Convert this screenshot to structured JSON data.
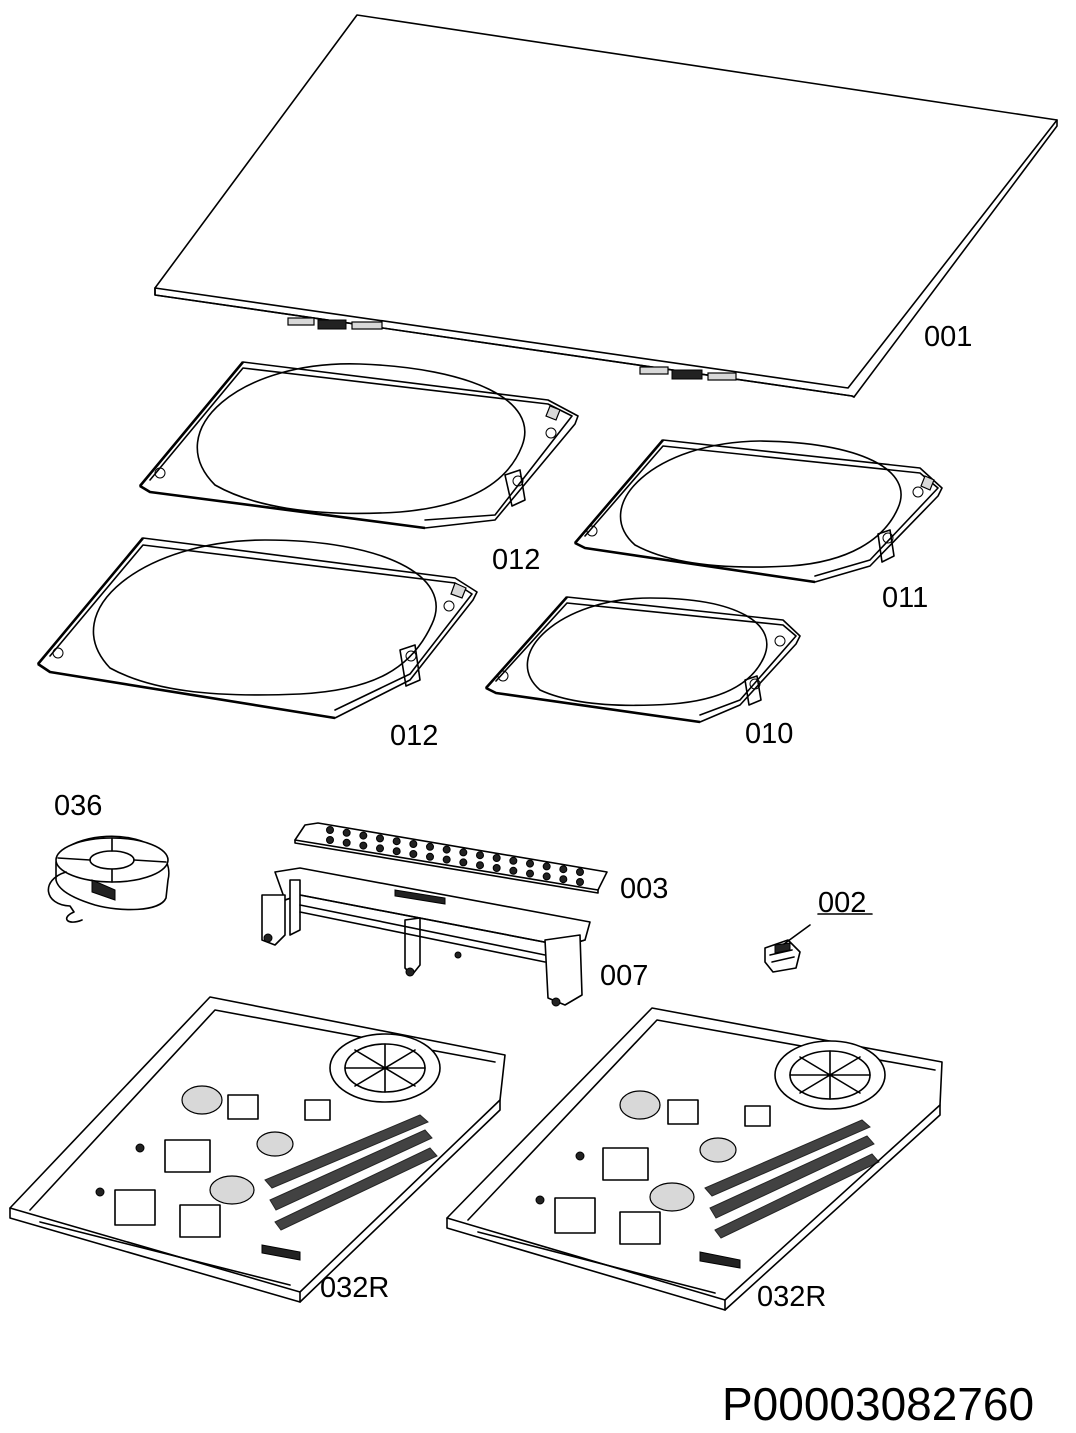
{
  "parts": {
    "p001": "001",
    "p012a": "012",
    "p011": "011",
    "p012b": "012",
    "p010": "010",
    "p036": "036",
    "p003": "003",
    "p002": "002",
    "p007": "007",
    "p032r_left": "032R",
    "p032r_right": "032R"
  },
  "document_number": "P00003082760"
}
